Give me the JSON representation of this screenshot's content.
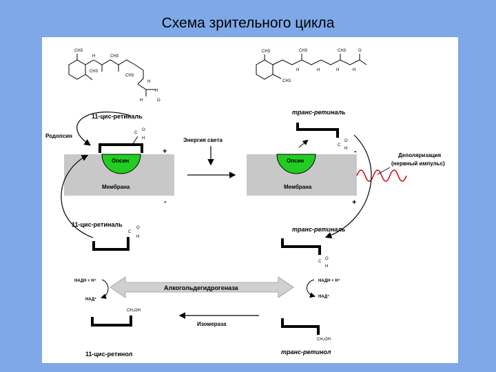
{
  "title": "Схема зрительного цикла",
  "labels": {
    "cis_retinal_top": "11-цис-ретиналь",
    "trans_retinal_top": "транс-ретиналь",
    "rhodopsin": "Родопсин",
    "light_energy": "Энергия света",
    "opsin_left": "Опсин",
    "opsin_right": "Опсин",
    "membrane_left": "Мембрана",
    "membrane_right": "Мембрана",
    "depolarization_1": "Деполяризация",
    "depolarization_2": "(нервный импульс)",
    "cis_retinal_mid": "11-цис-ретиналь",
    "trans_retinal_mid": "транс-ретиналь",
    "nadh_left": "НАДН + Н⁺",
    "nad_left": "НАД⁺",
    "nadh_right": "НАДН + Н⁺",
    "nad_right": "НАД⁺",
    "alcohol_dehydrogenase": "Алкогольдегидрогеназа",
    "isomerase": "Изомераза",
    "ch2oh_left": "CH₂OH",
    "ch2oh_right": "CH₂OH",
    "cis_retinol": "11-цис-ретинол",
    "trans_retinol": "транс-ретинол",
    "charge_plus_left": "+",
    "charge_minus_left": "-",
    "charge_minus_right": "-",
    "charge_plus_right": "+"
  },
  "colors": {
    "background": "#7fa8e8",
    "panel": "#ffffff",
    "membrane": "#c8c8c8",
    "opsin": "#22cc22",
    "wave": "#d40000",
    "double_arrow": "#d0d0d0"
  }
}
